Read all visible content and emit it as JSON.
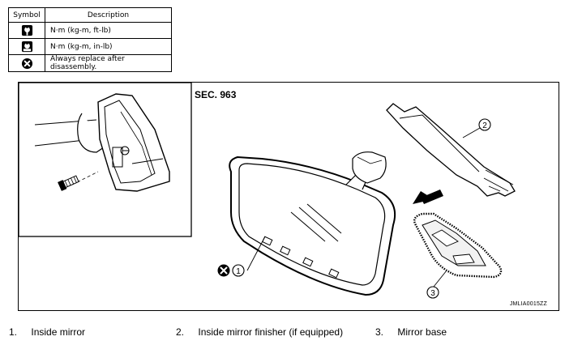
{
  "legend": {
    "header_symbol": "Symbol",
    "header_description": "Description",
    "rows": [
      {
        "icon": "torque-wrench-icon",
        "description": "N·m (kg-m, ft-lb)"
      },
      {
        "icon": "torque-wrench-small-icon",
        "description": "N·m (kg-m, in-lb)"
      },
      {
        "icon": "always-replace-icon",
        "description": "Always replace after disassembly."
      }
    ]
  },
  "figure": {
    "section": "SEC. 963",
    "code": "JMLIA0015ZZ",
    "callouts": [
      "1",
      "2",
      "3"
    ]
  },
  "parts": [
    {
      "num": "1.",
      "label": "Inside mirror"
    },
    {
      "num": "2.",
      "label": "Inside mirror finisher (if equipped)"
    },
    {
      "num": "3.",
      "label": "Mirror base"
    }
  ]
}
